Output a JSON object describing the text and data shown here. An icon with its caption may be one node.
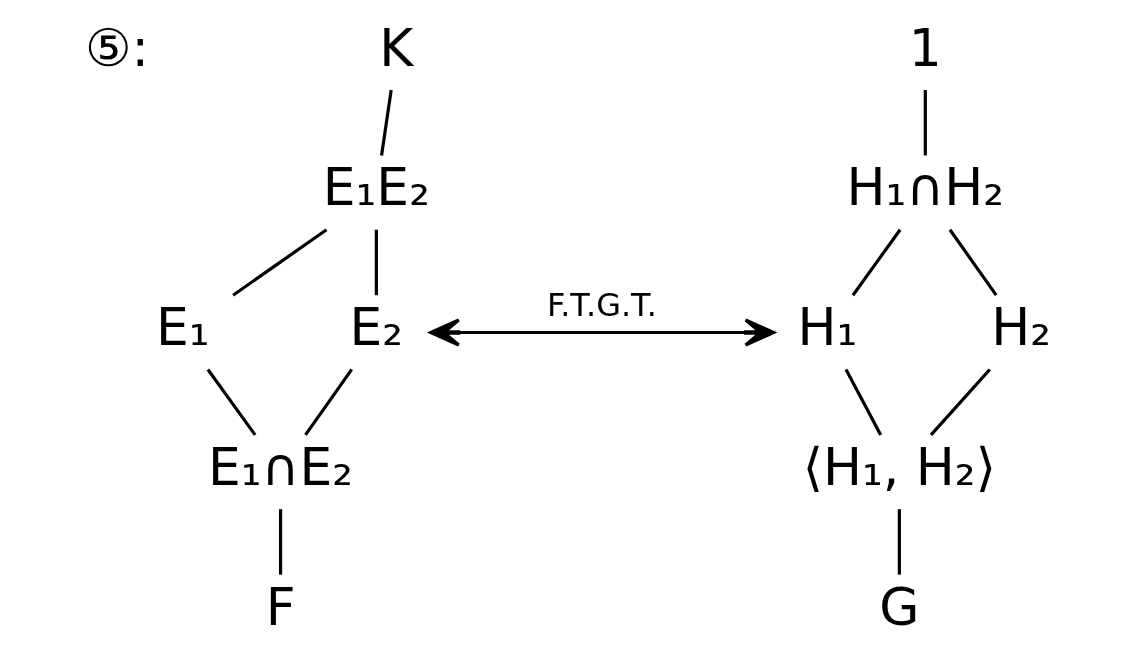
{
  "diagram": {
    "nodes": [
      {
        "text": [
          "K"
        ]
      },
      {
        "text": [
          "E₁E₂"
        ]
      },
      {
        "text": [
          "E₁"
        ]
      },
      {
        "text": [
          "E₂"
        ]
      },
      {
        "text": [
          "E₁∩E₂"
        ]
      },
      {
        "text": [
          "F"
        ]
      },
      {
        "text": [
          "1"
        ]
      },
      {
        "text": [
          "H₁∩H₂"
        ]
      },
      {
        "text": [
          "H₁"
        ]
      },
      {
        "text": [
          "H₂"
        ]
      },
      {
        "text": [
          "⟨H₁, H₂⟩"
        ]
      },
      {
        "text": [
          "G"
        ]
      }
    ],
    "edges": [
      {
        "from": 0,
        "to": 1,
        "arrow": "none"
      },
      {
        "from": 1,
        "to": 2,
        "arrow": "none"
      },
      {
        "from": 1,
        "to": 3,
        "arrow": "none"
      },
      {
        "from": 2,
        "to": 4,
        "arrow": "none"
      },
      {
        "from": 3,
        "to": 4,
        "arrow": "none"
      },
      {
        "from": 4,
        "to": 5,
        "arrow": "none"
      },
      {
        "from": 3,
        "to": 8,
        "arrow": "both",
        "label": "F.T.G.T."
      },
      {
        "from": 6,
        "to": 7,
        "arrow": "none"
      },
      {
        "from": 7,
        "to": 8,
        "arrow": "none"
      },
      {
        "from": 7,
        "to": 9,
        "arrow": "none"
      },
      {
        "from": 8,
        "to": 10,
        "arrow": "none"
      },
      {
        "from": 9,
        "to": 10,
        "arrow": "none"
      },
      {
        "from": 10,
        "to": 11,
        "arrow": "none"
      }
    ],
    "labels": [
      "⑤:"
    ]
  }
}
